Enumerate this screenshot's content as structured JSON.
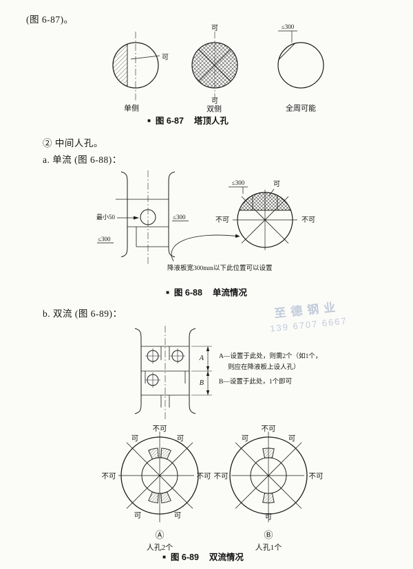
{
  "page": {
    "intro": "(图 6-87)。",
    "section_heading": "② 中间人孔。",
    "item_a": "a. 单流 (图 6-88)：",
    "item_b": "b. 双流 (图 6-89)："
  },
  "watermark": {
    "name": "至德钢业",
    "phone": "139 6707 6667"
  },
  "fig687": {
    "caption": {
      "marker": "■",
      "label": "图 6-87",
      "title": "塔顶人孔"
    },
    "single": {
      "ok": "可",
      "name": "单侧"
    },
    "double": {
      "ok_top": "可",
      "ok_bottom": "可",
      "name": "双侧"
    },
    "full": {
      "dim": "≤300",
      "name": "全周可能"
    }
  },
  "fig688": {
    "caption": {
      "marker": "■",
      "label": "图 6-88",
      "title": "单流情况"
    },
    "column": {
      "dim_min": "最小50",
      "dim_right": "≤300",
      "dim_left": "≤300"
    },
    "plan": {
      "dim": "≤300",
      "ok": "可",
      "no_left": "不可",
      "no_right": "不可"
    },
    "note": "降液板宽300mm以下此位置可以设置"
  },
  "fig689": {
    "caption": {
      "marker": "■",
      "label": "图 6-89",
      "title": "双流情况"
    },
    "elevation": {
      "dim_a": "A",
      "dim_b": "B",
      "note_a1": "A—设置于此处，则需2个（如1个，",
      "note_a2": "则应在降液板上设人孔）",
      "note_b": "B—设置于此处，1个即可"
    },
    "planA": {
      "top": "不可",
      "top_left": "可",
      "top_right": "可",
      "left": "不可",
      "right": "不可",
      "bottom_left": "可",
      "bottom_right": "可",
      "tag": "Ⓐ",
      "caption": "人孔2个"
    },
    "planB": {
      "top": "不可",
      "top_left": "可",
      "top_right": "可",
      "left": "不可",
      "right": "不可",
      "bottom": "可",
      "tag": "Ⓑ",
      "caption": "人孔1个"
    }
  }
}
